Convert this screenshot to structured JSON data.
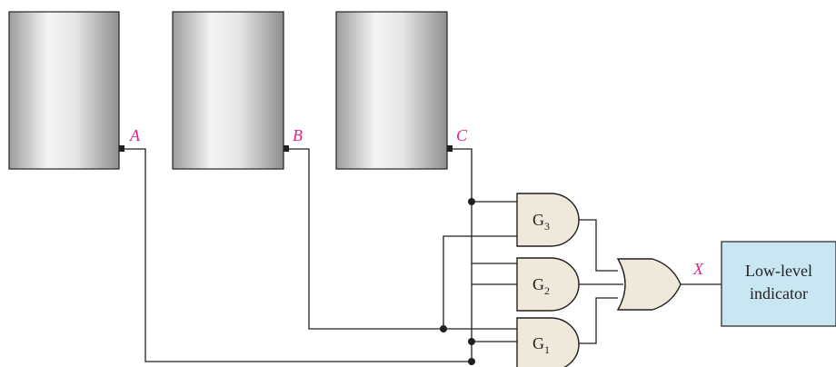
{
  "tanks": [
    {
      "id": "tank-a",
      "output_label": "A"
    },
    {
      "id": "tank-b",
      "output_label": "B"
    },
    {
      "id": "tank-c",
      "output_label": "C"
    }
  ],
  "gates": [
    {
      "id": "g3",
      "type": "AND",
      "letter": "G",
      "subscript": "3"
    },
    {
      "id": "g2",
      "type": "AND",
      "letter": "G",
      "subscript": "2"
    },
    {
      "id": "g1",
      "type": "AND",
      "letter": "G",
      "subscript": "1"
    },
    {
      "id": "or",
      "type": "OR"
    }
  ],
  "output": {
    "label": "X"
  },
  "indicator": {
    "line1": "Low-level",
    "line2": "indicator",
    "fill": "#c9e6f3"
  },
  "colors": {
    "signal_label": "#e0208c",
    "gate_fill": "#efe9dc",
    "wire": "#231f20"
  }
}
